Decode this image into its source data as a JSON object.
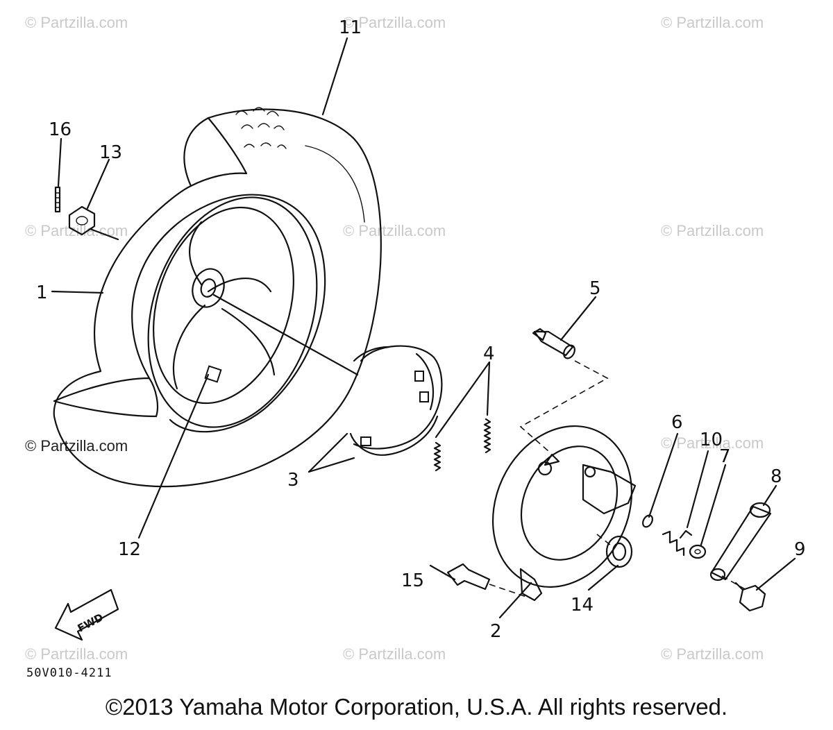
{
  "watermarks": [
    "© Partzilla.com",
    "© Partzilla.com",
    "© Partzilla.com",
    "© Partzilla.com",
    "© Partzilla.com",
    "© Partzilla.com",
    "© Partzilla.com",
    "© Partzilla.com",
    "© Partzilla.com",
    "© Partzilla.com",
    "© Partzilla.com"
  ],
  "callouts": [
    "1",
    "2",
    "3",
    "4",
    "5",
    "6",
    "7",
    "8",
    "9",
    "10",
    "11",
    "12",
    "13",
    "14",
    "15",
    "16"
  ],
  "fwd_label": "FWD",
  "diagram_code": "50V010-4211",
  "copyright": "©2013 Yamaha Motor Corporation, U.S.A. All rights reserved."
}
